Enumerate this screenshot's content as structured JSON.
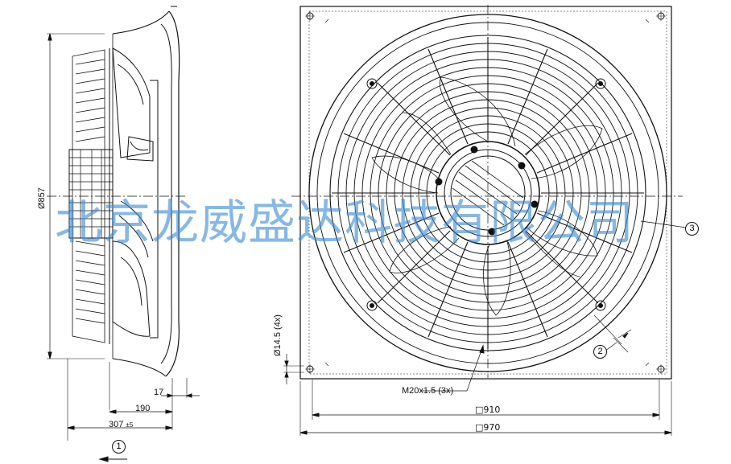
{
  "watermark": "北京龙威盛达科技有限公司",
  "dimensions": {
    "diameter_fan": "Ø857",
    "hole_dia": "Ø14.5 (4x)",
    "dim_17": "17",
    "dim_190": "190",
    "dim_307": "307",
    "dim_307_tol": "±5",
    "thread": "M20x1.5 (3x)",
    "sq_910": "□910",
    "sq_970": "□970"
  },
  "callouts": {
    "c1": "1",
    "c2": "2",
    "c3": "3"
  }
}
